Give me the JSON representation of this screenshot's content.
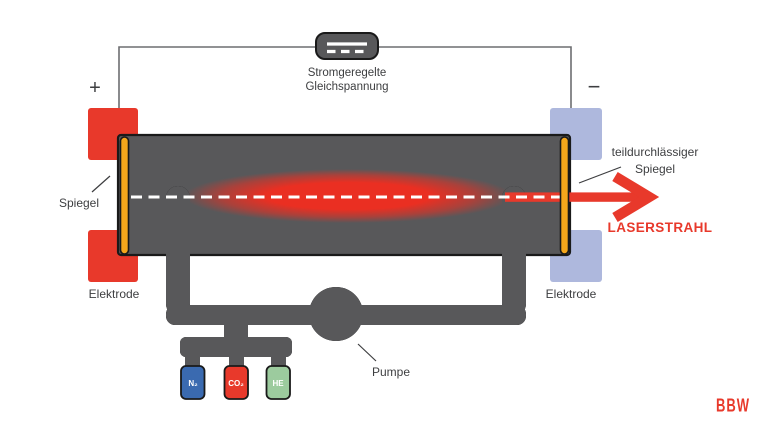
{
  "diagram": {
    "power_supply": {
      "label_line1": "Stromgeregelte",
      "label_line2": "Gleichspannung",
      "polarity_plus": "+",
      "polarity_minus": "−"
    },
    "labels": {
      "mirror_left": "Spiegel",
      "mirror_right_line1": "teildurchlässiger",
      "mirror_right_line2": "Spiegel",
      "electrode_left": "Elektrode",
      "electrode_right": "Elektrode",
      "laser_beam": "LASERSTRAHL",
      "pump": "Pumpe"
    },
    "gas_bottles": [
      {
        "label": "N₂",
        "color": "#3a6ab0"
      },
      {
        "label": "CO₂",
        "color": "#e8392b"
      },
      {
        "label": "HE",
        "color": "#9ccb9e"
      }
    ],
    "colors": {
      "red": "#e8392b",
      "dark_gray": "#58585a",
      "lavender": "#aeb8dd",
      "gold": "#f5a71b",
      "outline": "#1a1a1a",
      "wire": "#6d6e71",
      "text": "#3d3e40"
    },
    "logo": "BBW"
  }
}
